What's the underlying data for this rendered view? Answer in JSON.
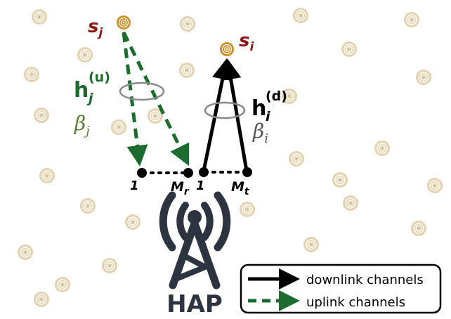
{
  "colors": {
    "sensor_fill": "#e3d3b0",
    "sensor_ring": "#d7c296",
    "highlight_sensor": "#c8922e",
    "uplink": "#1d6b2f",
    "downlink": "#000000",
    "node_label": "#8b1a1a",
    "beta_color": "#5a7a3a",
    "beta_i_color": "#555555",
    "hap_icon": "#2d3440",
    "ellipse": "#8a8a8a"
  },
  "labels": {
    "s_j": "s",
    "s_j_sub": "j",
    "s_i": "s",
    "s_i_sub": "i",
    "h_up_base": "h",
    "h_up_sub": "j",
    "h_up_sup": "(u)",
    "h_down_base": "h",
    "h_down_sub": "i",
    "h_down_sup": "(d)",
    "beta_j": "β",
    "beta_j_sub": "j",
    "beta_i": "β",
    "beta_i_sub": "i",
    "rx_first": "1",
    "rx_last": "M",
    "rx_last_sub": "r",
    "tx_first": "1",
    "tx_last": "M",
    "tx_last_sub": "t",
    "hap": "HAP"
  },
  "legend": {
    "downlink_label": "downlink channels",
    "uplink_label": "uplink channels"
  }
}
